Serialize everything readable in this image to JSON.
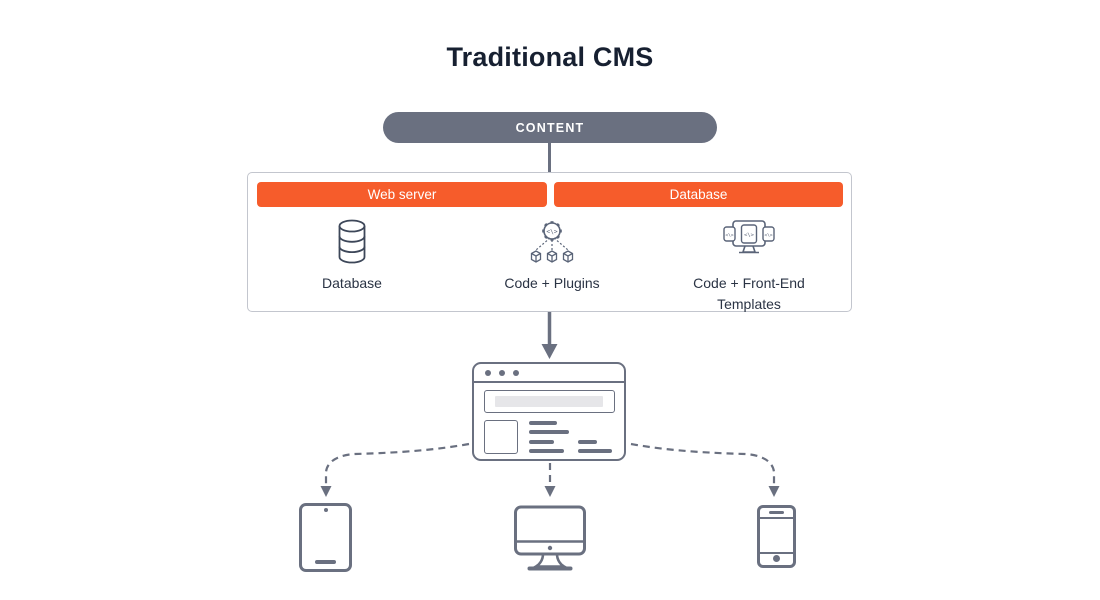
{
  "title": "Traditional CMS",
  "content_bar": {
    "label": "CONTENT"
  },
  "stack": {
    "bars": [
      {
        "label": "Web server"
      },
      {
        "label": "Database"
      }
    ],
    "components": [
      {
        "label": "Database",
        "icon": "database-cylinder-icon"
      },
      {
        "label": "Code + Plugins",
        "icon": "gear-code-with-plugins-icon"
      },
      {
        "label": "Code + Front-End Templates",
        "icon": "monitor-code-templates-icon"
      }
    ]
  },
  "output": {
    "icon": "browser-window-icon"
  },
  "devices": [
    {
      "icon": "tablet-icon"
    },
    {
      "icon": "desktop-monitor-icon"
    },
    {
      "icon": "smartphone-icon"
    }
  ],
  "colors": {
    "accent_orange": "#F65C2B",
    "slate_gray": "#6A7080",
    "title_navy": "#172031",
    "label_navy": "#2A3344",
    "box_border": "#C3C6CE",
    "banner_fill": "#E6E6E9"
  }
}
